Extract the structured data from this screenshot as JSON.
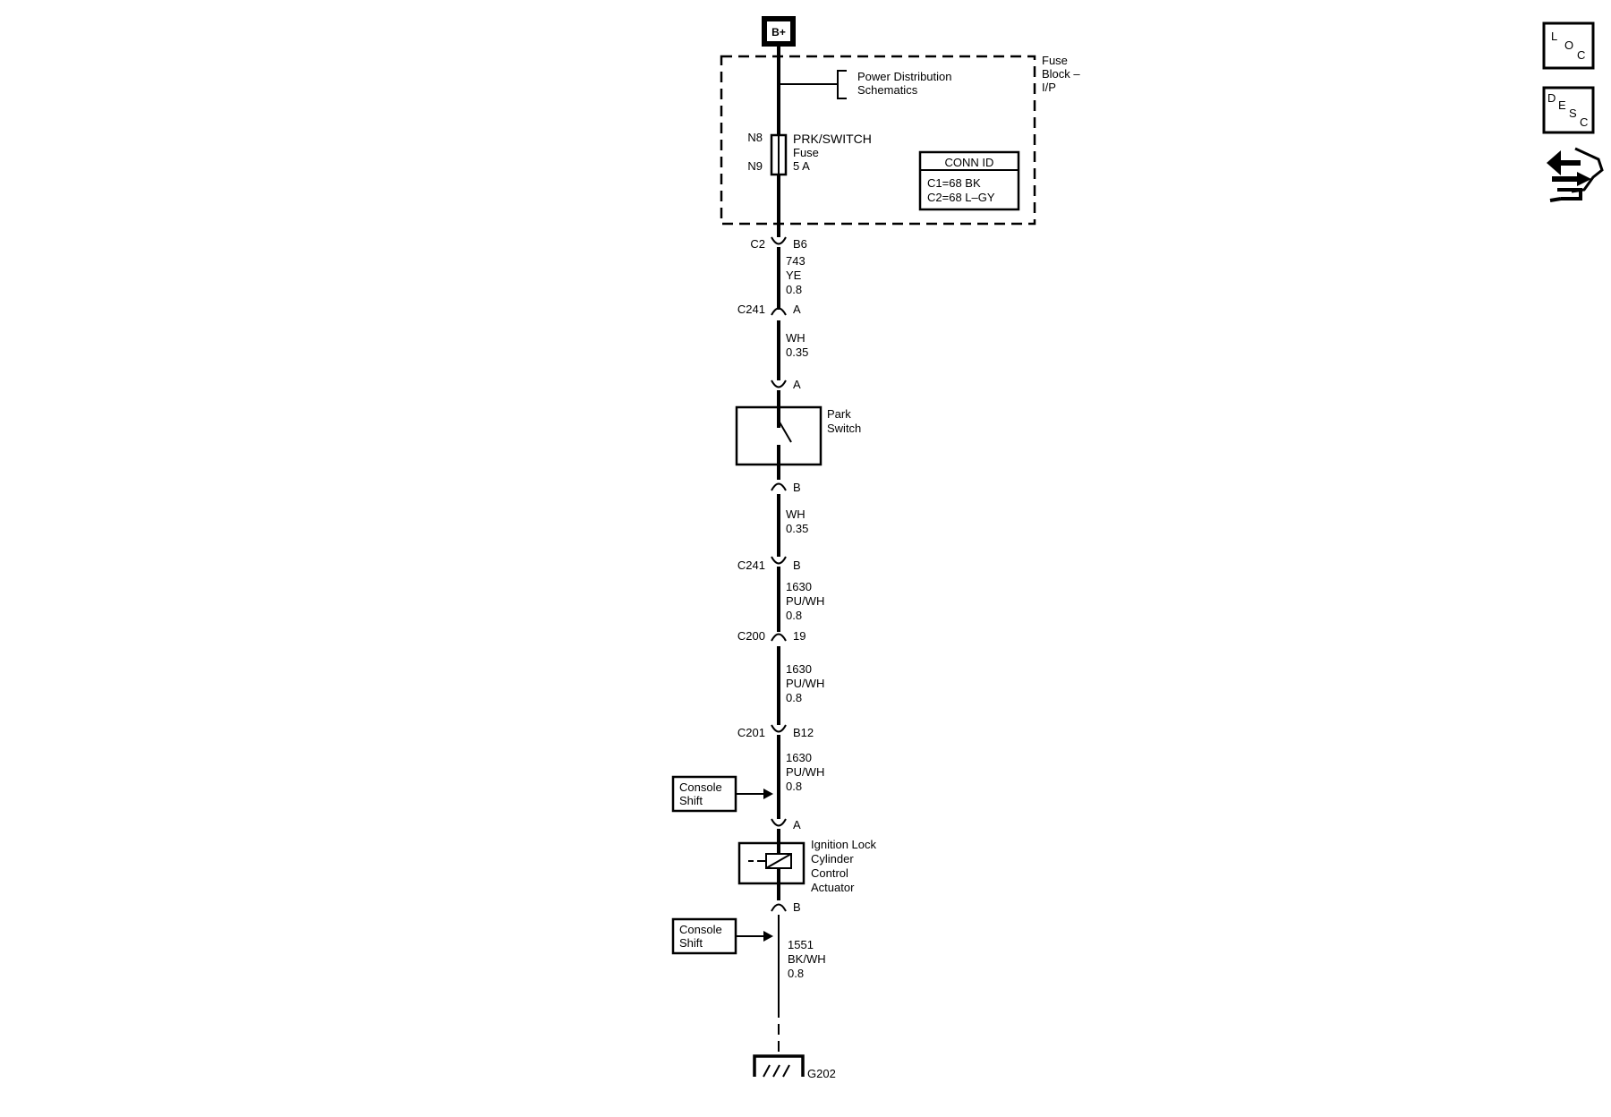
{
  "source": {
    "label": "B+"
  },
  "fuse_block": {
    "title_lines": [
      "Fuse",
      "Block –",
      "I/P"
    ],
    "power_ref_lines": [
      "Power Distribution",
      "Schematics"
    ],
    "fuse_pin_top": "N8",
    "fuse_pin_bottom": "N9",
    "fuse_name": "PRK/SWITCH",
    "fuse_word": "Fuse",
    "fuse_rating": "5 A",
    "conn_id_title": "CONN ID",
    "conn_id_lines": [
      "C1=68 BK",
      "C2=68 L–GY"
    ]
  },
  "connectors": [
    {
      "id": "c2-b6",
      "conn": "C2",
      "pin": "B6"
    },
    {
      "id": "c241-a",
      "conn": "C241",
      "pin": "A"
    },
    {
      "id": "park-a",
      "conn": "",
      "pin": "A"
    },
    {
      "id": "park-b",
      "conn": "",
      "pin": "B"
    },
    {
      "id": "c241-b",
      "conn": "C241",
      "pin": "B"
    },
    {
      "id": "c200-19",
      "conn": "C200",
      "pin": "19"
    },
    {
      "id": "c201-b12",
      "conn": "C201",
      "pin": "B12"
    },
    {
      "id": "act-a",
      "conn": "",
      "pin": "A"
    },
    {
      "id": "act-b",
      "conn": "",
      "pin": "B"
    }
  ],
  "wires": [
    {
      "lines": [
        "743",
        "YE",
        "0.8"
      ]
    },
    {
      "lines": [
        "WH",
        "0.35"
      ]
    },
    {
      "lines": [
        "WH",
        "0.35"
      ]
    },
    {
      "lines": [
        "1630",
        "PU/WH",
        "0.8"
      ]
    },
    {
      "lines": [
        "1630",
        "PU/WH",
        "0.8"
      ]
    },
    {
      "lines": [
        "1630",
        "PU/WH",
        "0.8"
      ]
    },
    {
      "lines": [
        "1551",
        "BK/WH",
        "0.8"
      ]
    }
  ],
  "components": {
    "park_switch_lines": [
      "Park",
      "Switch"
    ],
    "actuator_lines": [
      "Ignition Lock",
      "Cylinder",
      "Control",
      "Actuator"
    ],
    "console_shift_1_lines": [
      "Console",
      "Shift"
    ],
    "console_shift_2_lines": [
      "Console",
      "Shift"
    ]
  },
  "ground": {
    "label": "G202"
  },
  "nav_icons": [
    {
      "name": "loc-button",
      "letters": [
        "L",
        "O",
        "C"
      ]
    },
    {
      "name": "desc-button",
      "letters": [
        "D",
        "E",
        "S",
        "C"
      ]
    },
    {
      "name": "connector-end-view-icon"
    }
  ]
}
